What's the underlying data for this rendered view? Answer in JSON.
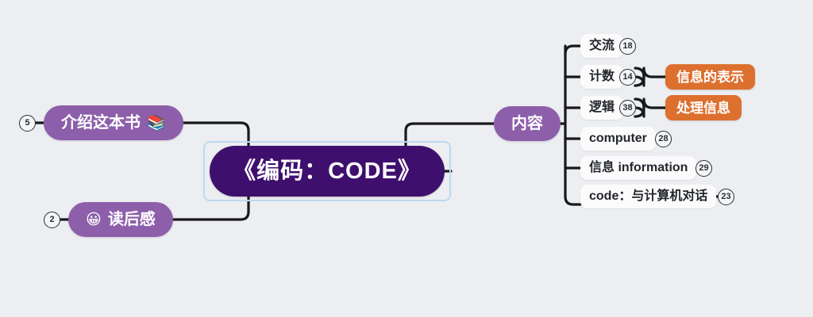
{
  "canvas": {
    "background": "#eceef1",
    "selection_border": "#bcd9ef"
  },
  "colors": {
    "central": "#3f0f6e",
    "branch_purple": "#8d5faa",
    "leaf_white": "#fbfbfc",
    "accent_orange": "#dd702f",
    "edge": "#18191b",
    "badge_text": "#2a2d33"
  },
  "central_node": {
    "label": "《编码：CODE》",
    "selected": true
  },
  "left_branches": [
    {
      "label": "介绍这本书",
      "emoji": "📚",
      "emoji_position": "after",
      "badge": "5"
    },
    {
      "label": "读后感",
      "emoji": "😀",
      "emoji_position": "before",
      "badge": "2"
    }
  ],
  "right_branch": {
    "label": "内容",
    "children": [
      {
        "label": "交流",
        "badge": "18",
        "style": "chip"
      },
      {
        "label": "计数",
        "badge": "14",
        "style": "chip",
        "children": [
          {
            "label": "信息的表示",
            "style": "orange"
          }
        ]
      },
      {
        "label": "逻辑",
        "badge": "38",
        "style": "chip",
        "children": [
          {
            "label": "处理信息",
            "style": "orange"
          }
        ]
      },
      {
        "label": "computer",
        "badge": "28",
        "style": "chip"
      },
      {
        "label": "信息 information",
        "badge": "29",
        "style": "chip"
      },
      {
        "label": "code：与计算机对话",
        "badge": "23",
        "style": "chip"
      }
    ]
  }
}
